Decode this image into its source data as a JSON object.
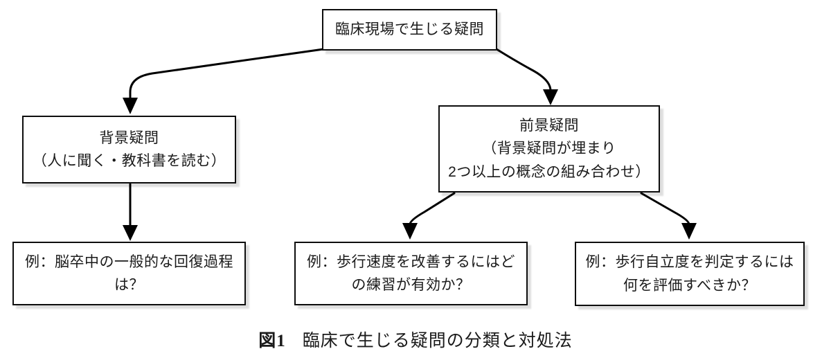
{
  "diagram": {
    "nodes": {
      "root": {
        "label": "臨床現場で生じる疑問"
      },
      "background": {
        "lines": [
          "背景疑問",
          "（人に聞く・教科書を読む）"
        ]
      },
      "foreground": {
        "lines": [
          "前景疑問",
          "（背景疑問が埋まり",
          "2つ以上の概念の組み合わせ）"
        ]
      },
      "example_background": {
        "lines": [
          "例：脳卒中の一般的な回復過程",
          "は？"
        ]
      },
      "example_foreground_1": {
        "lines": [
          "例：歩行速度を改善するにはど",
          "の練習が有効か？"
        ]
      },
      "example_foreground_2": {
        "lines": [
          "例：歩行自立度を判定するには",
          "何を評価すべきか？"
        ]
      }
    },
    "edges": [
      {
        "from": "root",
        "to": "background"
      },
      {
        "from": "root",
        "to": "foreground"
      },
      {
        "from": "background",
        "to": "example_background"
      },
      {
        "from": "foreground",
        "to": "example_foreground_1"
      },
      {
        "from": "foreground",
        "to": "example_foreground_2"
      }
    ],
    "caption": {
      "fig_label": "図1",
      "title": "臨床で生じる疑問の分類と対処法"
    },
    "colors": {
      "background": "#ffffff",
      "box_fill": "#ffffff",
      "box_border": "#0d0d0d",
      "connector": "#000000",
      "shadow": "#d9d9d9",
      "text": "#1a1a1a"
    }
  }
}
